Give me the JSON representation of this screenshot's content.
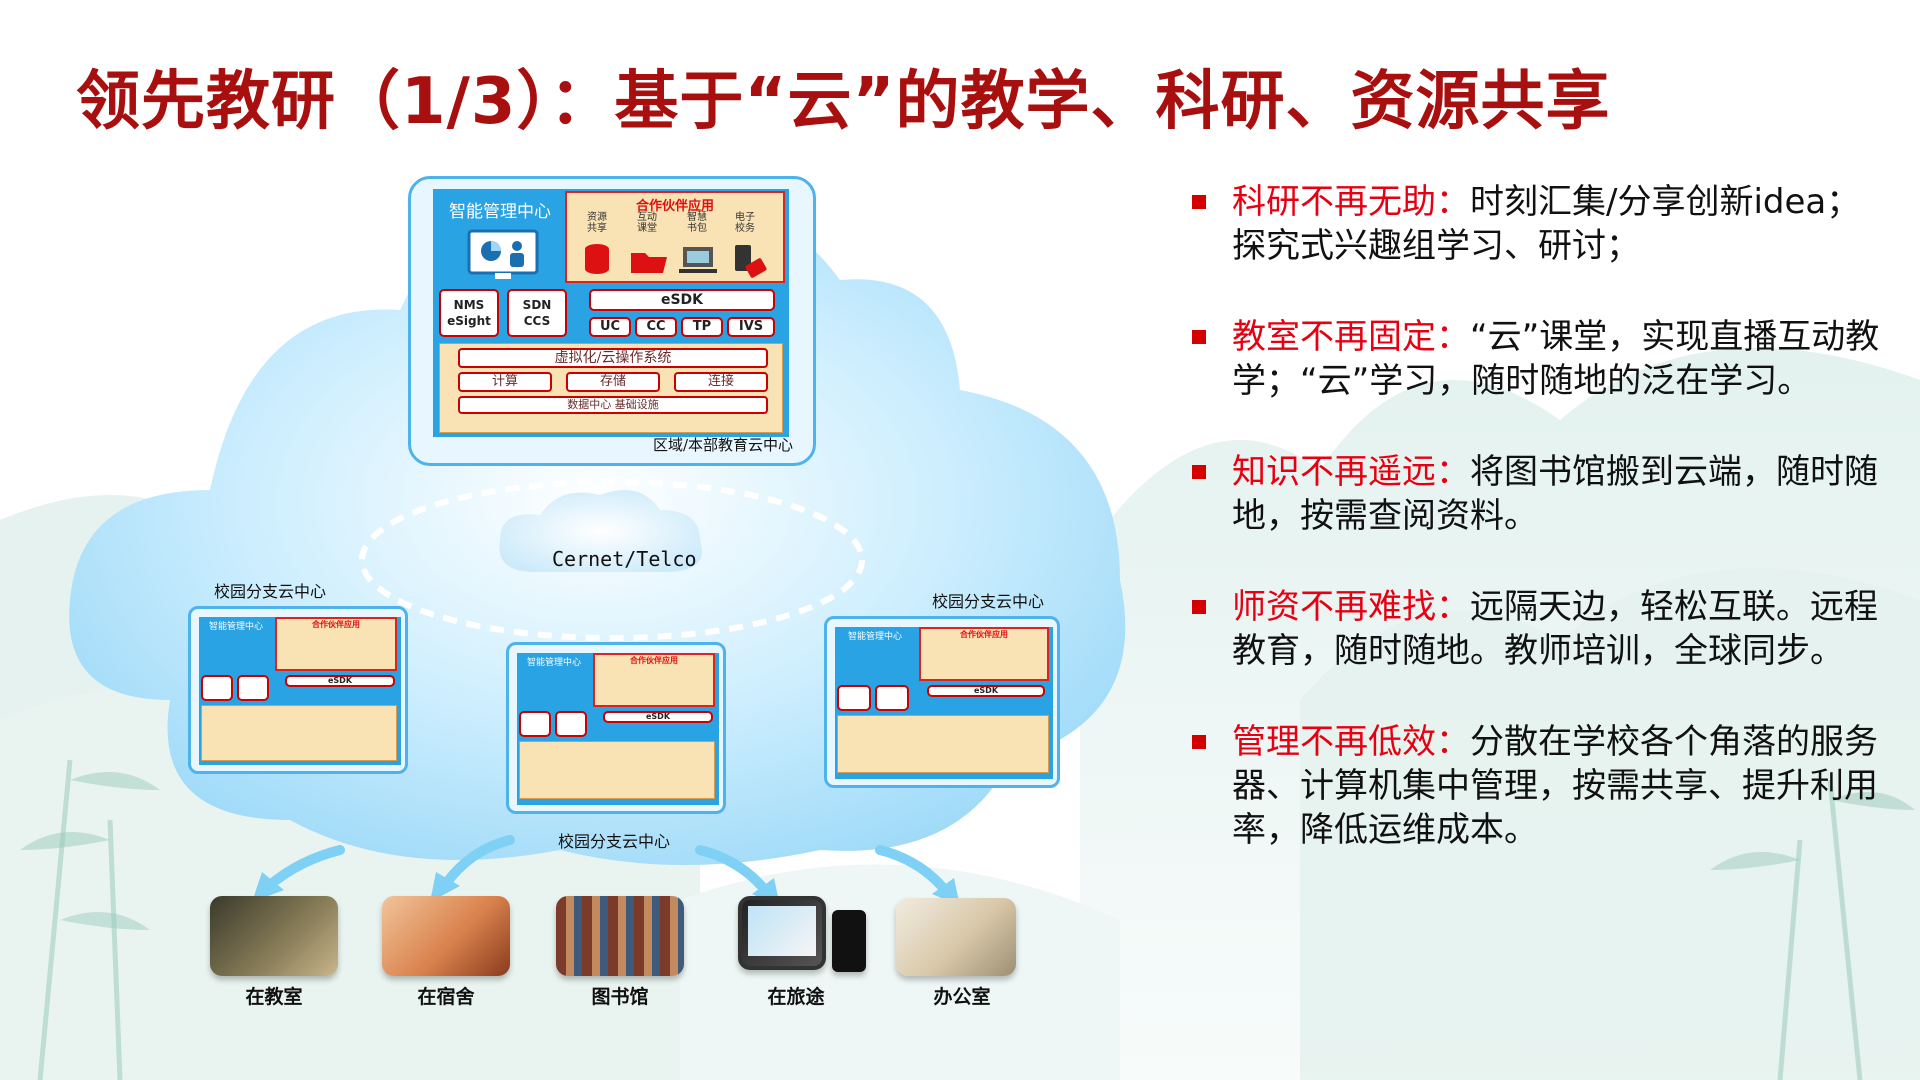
{
  "title": "领先教研（1/3）：基于“云”的教学、科研、资源共享",
  "main_dc": {
    "mgmt_label": "智能管理中心",
    "partner_title": "合作伙伴应用",
    "partner_items": [
      "资源\n共享",
      "互动\n课堂",
      "智慧\n书包",
      "电子\n校务"
    ],
    "nms": "NMS\neSight",
    "sdn": "SDN\nCCS",
    "esdk": "eSDK",
    "modules": [
      "UC",
      "CC",
      "TP",
      "IVS"
    ],
    "virt": "虚拟化/云操作系统",
    "compute": "计算",
    "storage": "存储",
    "connect": "连接",
    "infra": "数据中心 基础设施",
    "caption": "区域/本部教育云中心"
  },
  "network_label": "Cernet/Telco",
  "branch_caption": "校园分支云中心",
  "branch_left_caption": "校园分支云中心",
  "branch_mid_caption": "校园分支云中心",
  "branch_right_caption": "校园分支云中心",
  "locations": [
    "在教室",
    "在宿舍",
    "图书馆",
    "在旅途",
    "办公室"
  ],
  "bullets": [
    {
      "head": "科研不再无助：",
      "body": "时刻汇集/分享创新idea；探究式兴趣组学习、研讨；"
    },
    {
      "head": "教室不再固定：",
      "body": "“云”课堂，实现直播互动教学；“云”学习，随时随地的泛在学习。"
    },
    {
      "head": "知识不再遥远：",
      "body": "将图书馆搬到云端，随时随地，按需查阅资料。"
    },
    {
      "head": "师资不再难找：",
      "body": "远隔天边，轻松互联。远程教育，随时随地。教师培训，全球同步。"
    },
    {
      "head": "管理不再低效：",
      "body": "分散在学校各个角落的服务器、计算机集中管理，按需共享、提升利用率，降低运维成本。"
    }
  ],
  "colors": {
    "title": "#a80f0f",
    "bullet_head": "#e60012",
    "accent_blue": "#29a3e3"
  }
}
